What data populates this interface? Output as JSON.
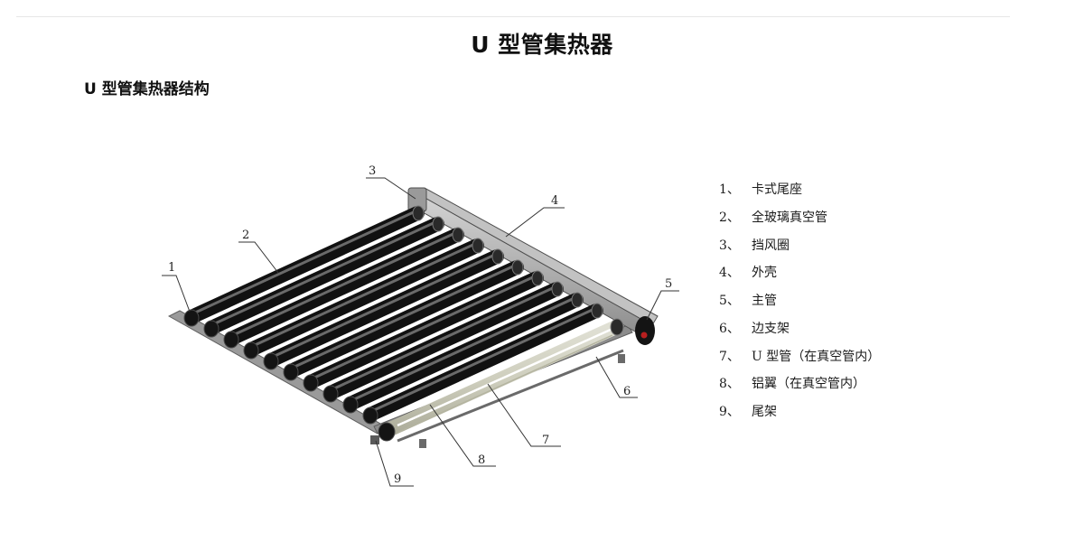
{
  "page": {
    "title": "U 型管集热器",
    "section_heading": "U 型管集热器结构"
  },
  "diagram": {
    "callouts": [
      "1",
      "2",
      "3",
      "4",
      "5",
      "6",
      "7",
      "8",
      "9"
    ],
    "legend": [
      {
        "num": "1、",
        "label": "卡式尾座"
      },
      {
        "num": "2、",
        "label": "全玻璃真空管"
      },
      {
        "num": "3、",
        "label": "挡风圈"
      },
      {
        "num": "4、",
        "label": "外壳"
      },
      {
        "num": "5、",
        "label": "主管"
      },
      {
        "num": "6、",
        "label": "边支架"
      },
      {
        "num": "7、",
        "label": "U 型管（在真空管内）"
      },
      {
        "num": "8、",
        "label": "铝翼（在真空管内）"
      },
      {
        "num": "9、",
        "label": "尾架"
      }
    ]
  },
  "colors": {
    "tube": "#1b1b1b",
    "tube_highlight": "#7a7a7a",
    "frame": "#8a8a8a",
    "housing": "#a9a9a9",
    "glass_tube": "#e3e3d2",
    "rule": "#e6e6e6",
    "text": "#111111"
  }
}
